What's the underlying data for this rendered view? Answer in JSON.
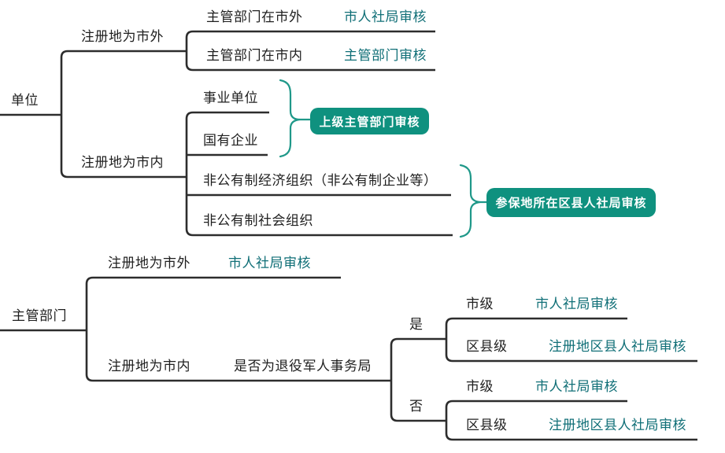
{
  "colors": {
    "background": "#ffffff",
    "line": "#2d2d2d",
    "node_text": "#1f1f1f",
    "result_text": "#106f77",
    "accent_teal": "#0f917f",
    "badge_text": "#ffffff"
  },
  "unit_tree": {
    "root": "单位",
    "registered_outside": {
      "label": "注册地为市外",
      "children": [
        {
          "label": "主管部门在市外",
          "result": "市人社局审核"
        },
        {
          "label": "主管部门在市内",
          "result": "主管部门审核"
        }
      ]
    },
    "registered_inside": {
      "label": "注册地为市内",
      "children": [
        {
          "label": "事业单位"
        },
        {
          "label": "国有企业"
        },
        {
          "label": "非公有制经济组织（非公有制企业等）"
        },
        {
          "label": "非公有制社会组织"
        }
      ],
      "badge_first_group": "上级主管部门审核",
      "badge_second_group": "参保地所在区县人社局审核"
    }
  },
  "dept_tree": {
    "root": "主管部门",
    "registered_outside": {
      "label": "注册地为市外",
      "result": "市人社局审核"
    },
    "registered_inside": {
      "label": "注册地为市内",
      "question": "是否为退役军人事务局",
      "yes": {
        "label": "是",
        "children": [
          {
            "label": "市级",
            "result": "市人社局审核"
          },
          {
            "label": "区县级",
            "result": "注册地区县人社局审核"
          }
        ]
      },
      "no": {
        "label": "否",
        "children": [
          {
            "label": "市级",
            "result": "市人社局审核"
          },
          {
            "label": "区县级",
            "result": "注册地区县人社局审核"
          }
        ]
      }
    }
  }
}
